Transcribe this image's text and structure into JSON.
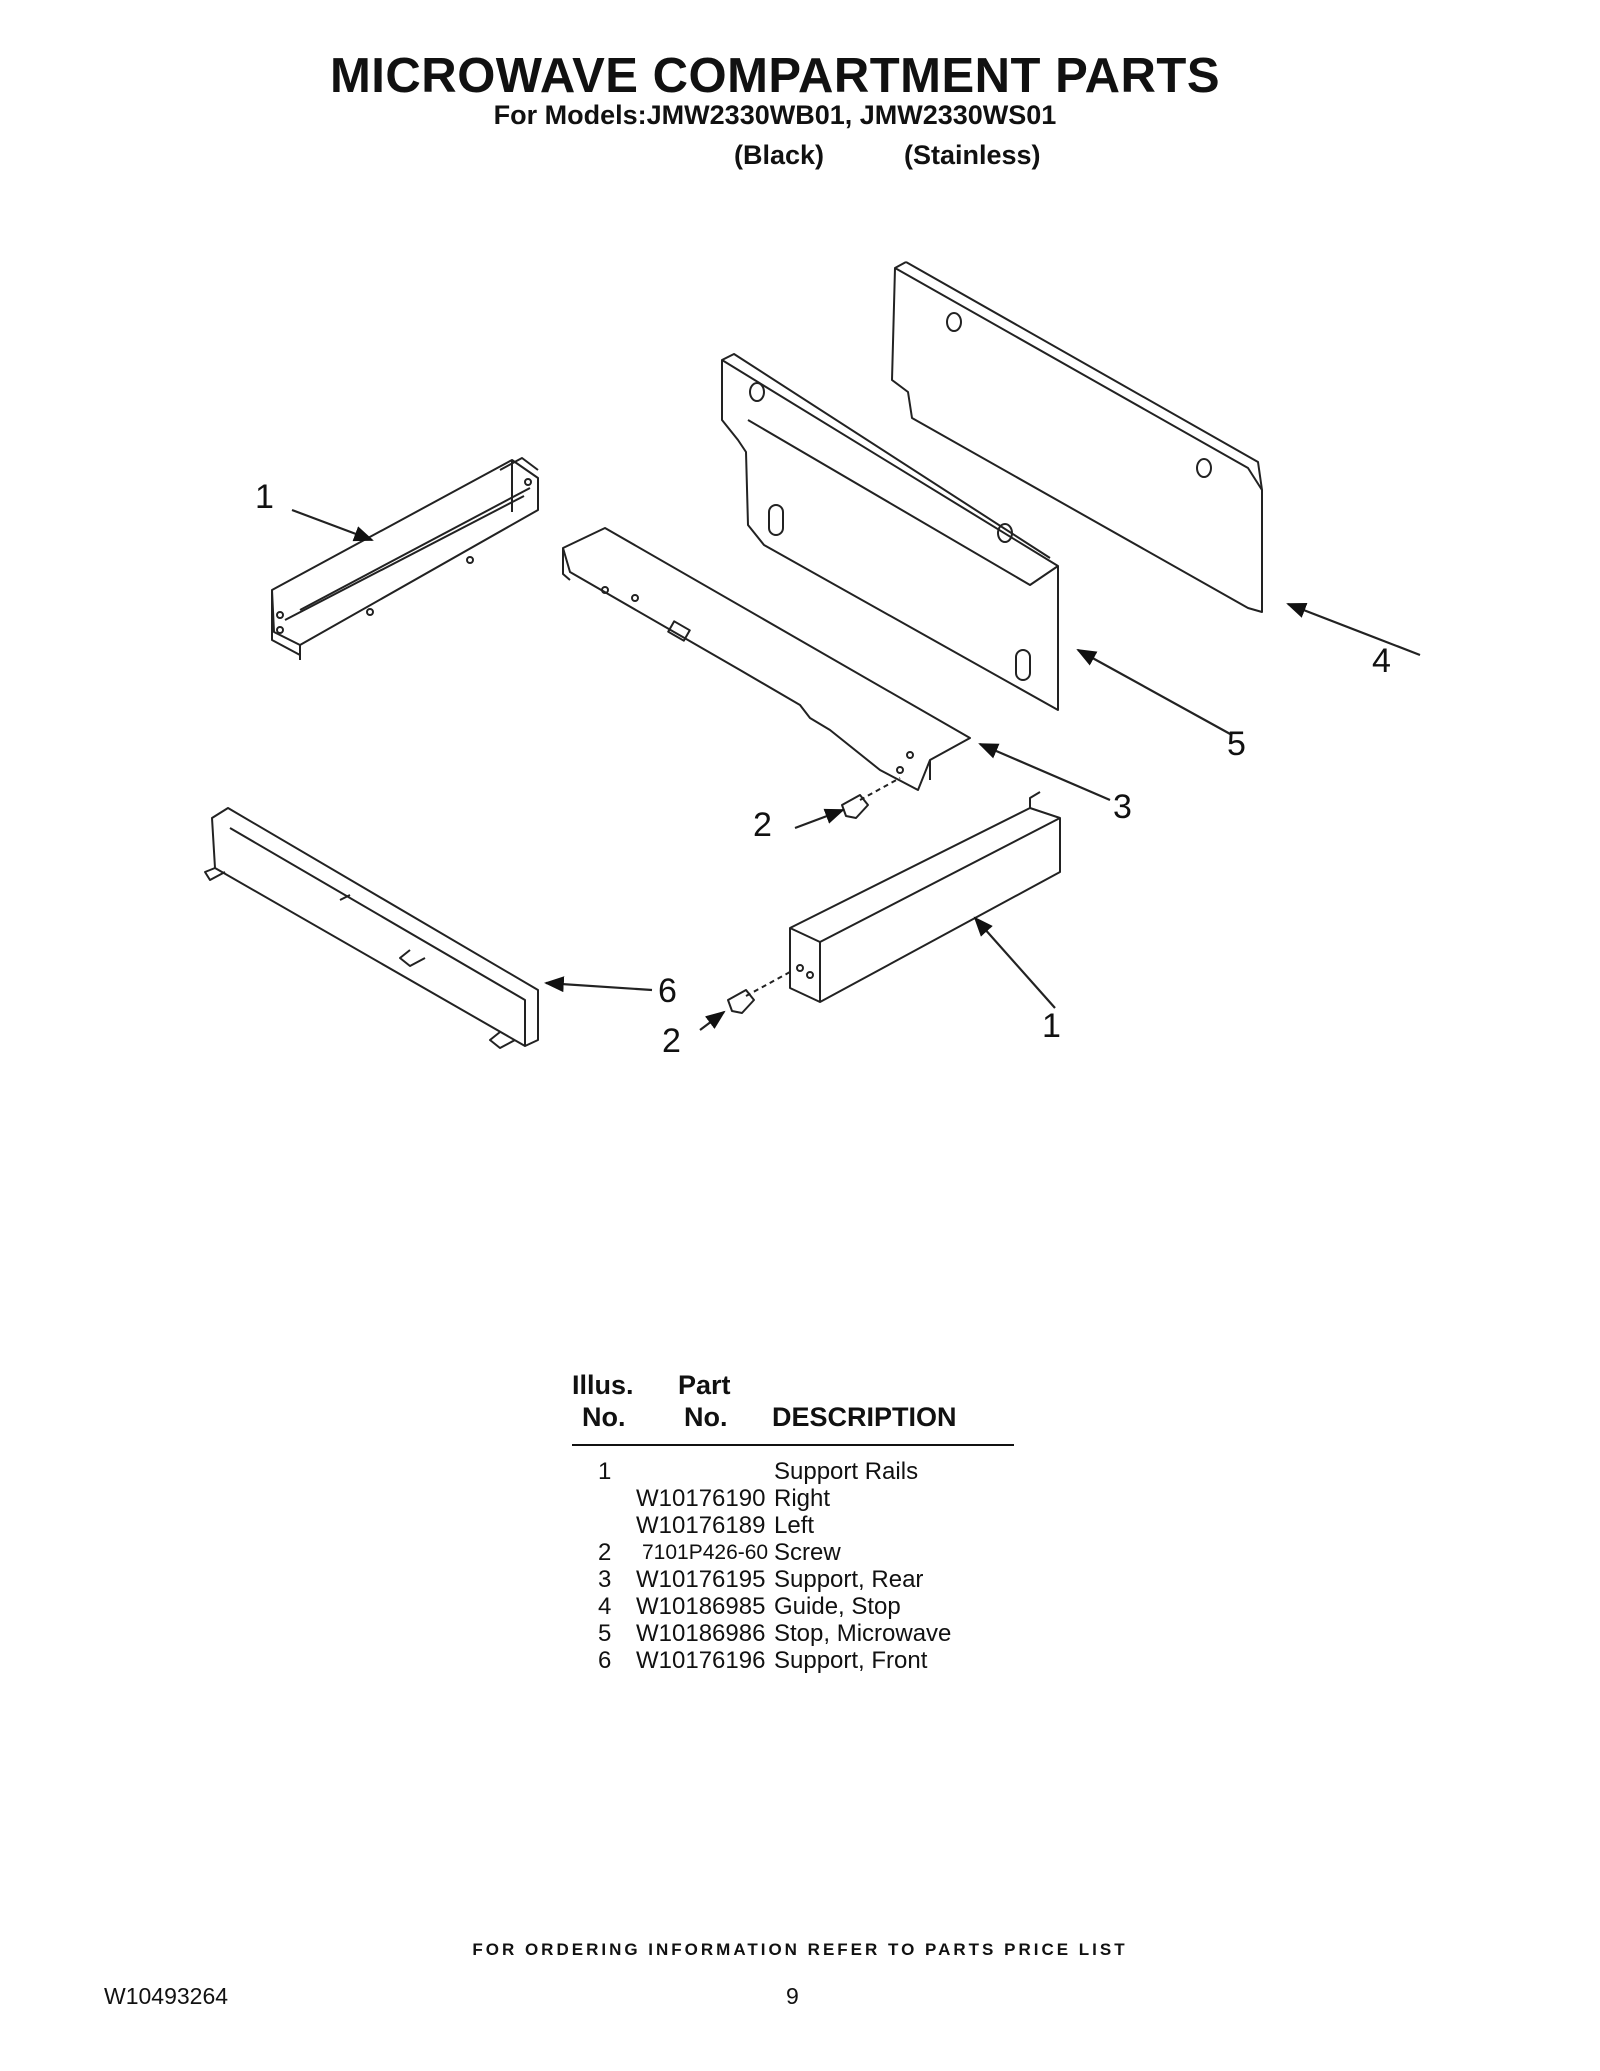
{
  "header": {
    "title": "MICROWAVE COMPARTMENT PARTS",
    "subtitle": "For Models:JMW2330WB01, JMW2330WS01",
    "variant_black": "(Black)",
    "variant_stainless": "(Stainless)"
  },
  "diagram": {
    "callouts": {
      "c1_top": "1",
      "c4": "4",
      "c5": "5",
      "c3": "3",
      "c2_mid": "2",
      "c6": "6",
      "c1_bottom": "1",
      "c2_bottom": "2"
    }
  },
  "parts_table": {
    "headers": {
      "illus_line1": "Illus.",
      "illus_line2": "No.",
      "part_line1": "Part",
      "part_line2": "No.",
      "description": "DESCRIPTION"
    },
    "rows": [
      {
        "illus": "1",
        "part": "",
        "description": "Support Rails"
      },
      {
        "illus": "",
        "part": "W10176190",
        "description": "Right"
      },
      {
        "illus": "",
        "part": "W10176189",
        "description": "Left"
      },
      {
        "illus": "2",
        "part": "7101P426-60",
        "description": "Screw"
      },
      {
        "illus": "3",
        "part": "W10176195",
        "description": "Support, Rear"
      },
      {
        "illus": "4",
        "part": "W10186985",
        "description": "Guide, Stop"
      },
      {
        "illus": "5",
        "part": "W10186986",
        "description": "Stop, Microwave"
      },
      {
        "illus": "6",
        "part": "W10176196",
        "description": "Support, Front"
      }
    ]
  },
  "footer": {
    "ordering_note": "FOR ORDERING INFORMATION REFER TO PARTS PRICE LIST",
    "document_number": "W10493264",
    "page_number": "9"
  }
}
